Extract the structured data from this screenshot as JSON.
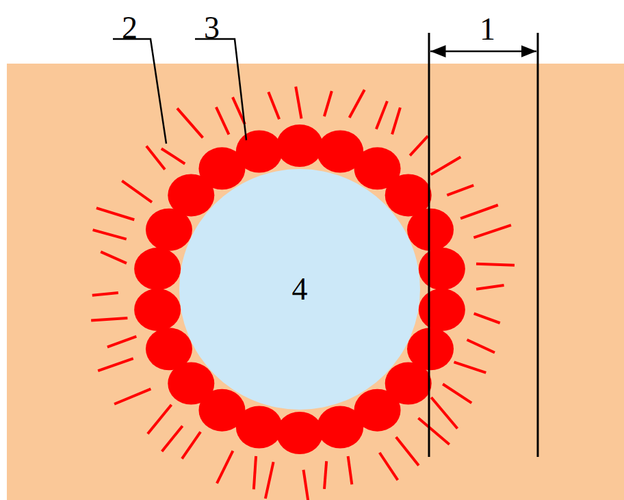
{
  "diagram": {
    "nodes": [
      {
        "text": [
          "4"
        ]
      }
    ],
    "labels": [
      "1",
      "2",
      "3"
    ]
  }
}
